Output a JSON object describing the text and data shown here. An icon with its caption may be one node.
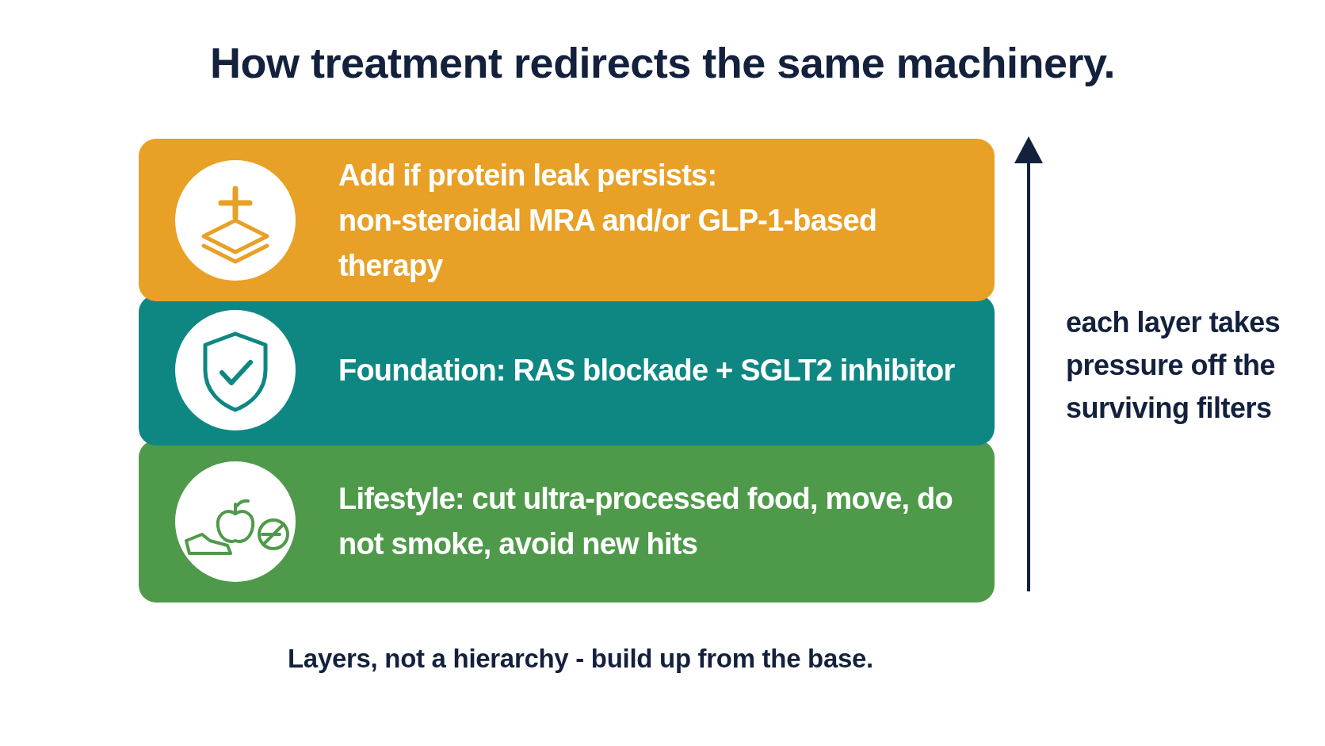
{
  "diagram": {
    "title": "How treatment redirects the same machinery.",
    "caption": "Layers, not a hierarchy - build up from the base.",
    "nodes": [
      {
        "text": [
          "Add if protein leak persists:",
          "non-steroidal MRA and/or GLP-1-based therapy"
        ]
      },
      {
        "text": [
          "Foundation: RAS blockade + SGLT2 inhibitor"
        ]
      },
      {
        "text": [
          "Lifestyle: cut ultra-processed food, move, do not smoke, avoid new hits"
        ]
      }
    ],
    "labels": [
      "each layer takes pressure off the surviving filters"
    ]
  }
}
